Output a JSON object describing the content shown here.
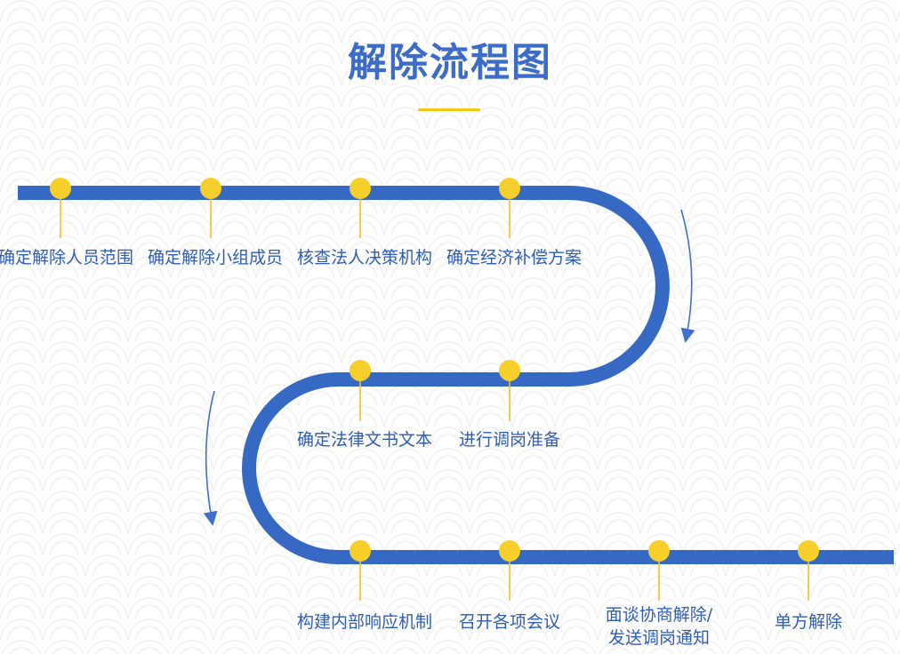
{
  "title": "解除流程图",
  "colors": {
    "track": "#3669c4",
    "node": "#f7cf2b",
    "stem": "#f3c01c",
    "label": "#2f5db3",
    "title": "#3b6cc7",
    "arrow": "#3d6fcb"
  },
  "steps": {
    "s1": "确定解除人员范围",
    "s2": "确定解除小组成员",
    "s3": "核查法人决策机构",
    "s4": "确定经济补偿方案",
    "s5": "确定法律文书文本",
    "s6": "进行调岗准备",
    "s7": "构建内部响应机制",
    "s8": "召开各项会议",
    "s9_line1": "面谈协商解除/",
    "s9_line2": "发送调岗通知",
    "s10": "单方解除"
  },
  "direction_arrows": [
    "arrow-down-right",
    "arrow-down-left"
  ]
}
